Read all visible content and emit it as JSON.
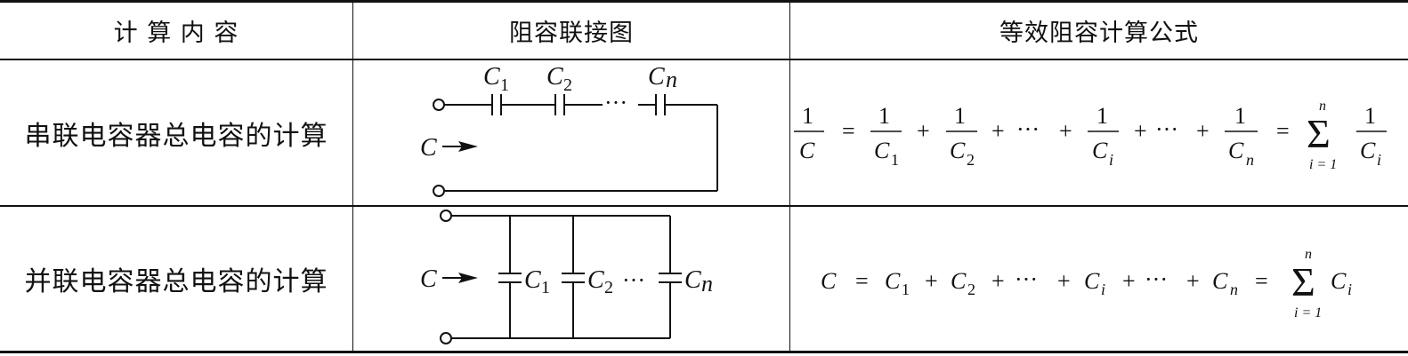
{
  "table": {
    "headers": [
      "计 算 内 容",
      "阻容联接图",
      "等效阻容计算公式"
    ],
    "rows": [
      {
        "label": "串联电容器总电容的计算",
        "diagram": {
          "caps": [
            "C",
            "C",
            "C"
          ],
          "subs": [
            "1",
            "2",
            "n"
          ],
          "dots": "···",
          "arrow_label": "C"
        },
        "formula": {
          "lhs_num": "1",
          "lhs_den": "C",
          "terms": [
            {
              "num": "1",
              "den": "C",
              "sub": "1"
            },
            {
              "num": "1",
              "den": "C",
              "sub": "2"
            },
            {
              "num": "1",
              "den": "C",
              "sub": "i"
            },
            {
              "num": "1",
              "den": "C",
              "sub": "n"
            }
          ],
          "eq": "=",
          "plus": "+",
          "ellipsis": "···",
          "sum": {
            "symbol": "Σ",
            "upper": "n",
            "lower": "i = 1",
            "num": "1",
            "den": "C",
            "sub": "i"
          }
        }
      },
      {
        "label": "并联电容器总电容的计算",
        "diagram": {
          "caps": [
            "C",
            "C",
            "C"
          ],
          "subs": [
            "1",
            "2",
            "n"
          ],
          "dots": "···",
          "arrow_label": "C"
        },
        "formula": {
          "lhs": "C",
          "terms": [
            {
              "sym": "C",
              "sub": "1"
            },
            {
              "sym": "C",
              "sub": "2"
            },
            {
              "sym": "C",
              "sub": "i"
            },
            {
              "sym": "C",
              "sub": "n"
            }
          ],
          "eq": "=",
          "plus": "+",
          "ellipsis": "···",
          "sum": {
            "symbol": "Σ",
            "upper": "n",
            "lower": "i = 1",
            "sym": "C",
            "sub": "i"
          }
        }
      }
    ]
  }
}
